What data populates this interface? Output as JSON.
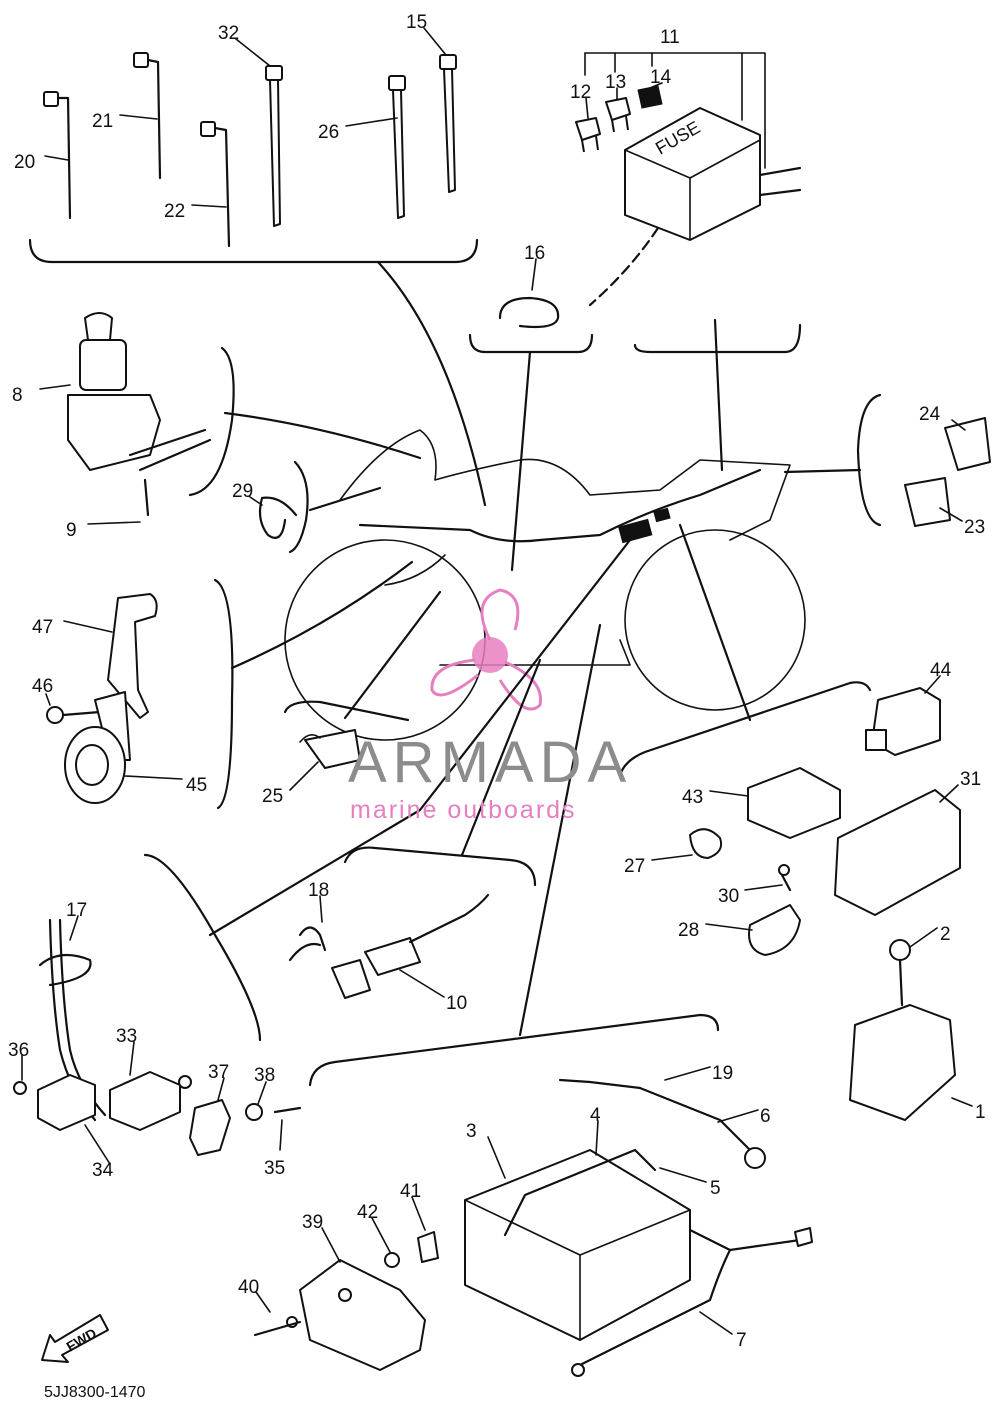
{
  "diagram": {
    "drawing_code": "5JJ8300-1470",
    "fwd_label": "FWD",
    "fuse_label": "FUSE",
    "watermark": {
      "brand": "ARMADA",
      "tagline": "marine outboards",
      "colors": {
        "brand": "#8c8c8c",
        "accent": "#e67fc0"
      }
    },
    "callouts": [
      {
        "id": "1",
        "label": "1"
      },
      {
        "id": "2",
        "label": "2"
      },
      {
        "id": "3",
        "label": "3"
      },
      {
        "id": "4",
        "label": "4"
      },
      {
        "id": "5",
        "label": "5"
      },
      {
        "id": "6",
        "label": "6"
      },
      {
        "id": "7",
        "label": "7"
      },
      {
        "id": "8",
        "label": "8"
      },
      {
        "id": "9",
        "label": "9"
      },
      {
        "id": "10",
        "label": "10"
      },
      {
        "id": "11",
        "label": "11"
      },
      {
        "id": "12",
        "label": "12"
      },
      {
        "id": "13",
        "label": "13"
      },
      {
        "id": "14",
        "label": "14"
      },
      {
        "id": "15",
        "label": "15"
      },
      {
        "id": "16",
        "label": "16"
      },
      {
        "id": "17",
        "label": "17"
      },
      {
        "id": "18",
        "label": "18"
      },
      {
        "id": "19",
        "label": "19"
      },
      {
        "id": "20",
        "label": "20"
      },
      {
        "id": "21",
        "label": "21"
      },
      {
        "id": "22",
        "label": "22"
      },
      {
        "id": "23",
        "label": "23"
      },
      {
        "id": "24",
        "label": "24"
      },
      {
        "id": "25",
        "label": "25"
      },
      {
        "id": "26",
        "label": "26"
      },
      {
        "id": "27",
        "label": "27"
      },
      {
        "id": "28",
        "label": "28"
      },
      {
        "id": "29",
        "label": "29"
      },
      {
        "id": "30",
        "label": "30"
      },
      {
        "id": "31",
        "label": "31"
      },
      {
        "id": "32",
        "label": "32"
      },
      {
        "id": "33",
        "label": "33"
      },
      {
        "id": "34",
        "label": "34"
      },
      {
        "id": "35",
        "label": "35"
      },
      {
        "id": "36",
        "label": "36"
      },
      {
        "id": "37",
        "label": "37"
      },
      {
        "id": "38",
        "label": "38"
      },
      {
        "id": "39",
        "label": "39"
      },
      {
        "id": "40",
        "label": "40"
      },
      {
        "id": "41",
        "label": "41"
      },
      {
        "id": "42",
        "label": "42"
      },
      {
        "id": "43",
        "label": "43"
      },
      {
        "id": "44",
        "label": "44"
      },
      {
        "id": "45",
        "label": "45"
      },
      {
        "id": "46",
        "label": "46"
      },
      {
        "id": "47",
        "label": "47"
      }
    ]
  }
}
